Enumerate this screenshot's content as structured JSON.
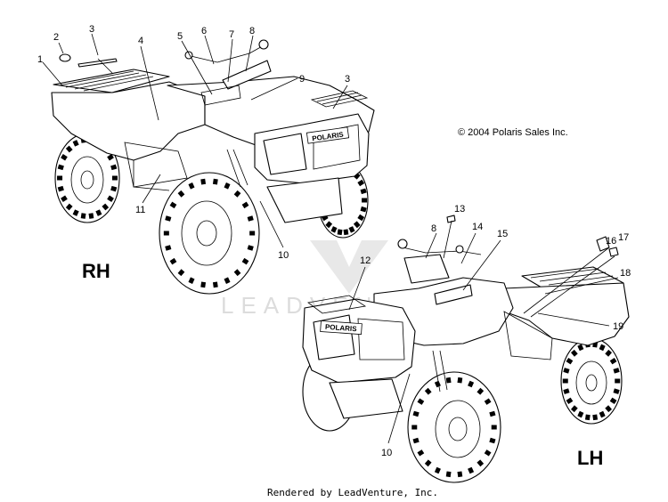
{
  "diagram": {
    "copyright": "© 2004 Polaris Sales Inc.",
    "footer": "Rendered by LeadVenture, Inc.",
    "watermark": "LEADVENTURE",
    "views": [
      {
        "label": "RH"
      },
      {
        "label": "LH"
      }
    ],
    "decal_logo": "POLARIS",
    "callouts_rh": [
      "1",
      "2",
      "3",
      "4",
      "5",
      "6",
      "7",
      "8",
      "9",
      "3",
      "11",
      "10"
    ],
    "callouts_lh": [
      "13",
      "8",
      "14",
      "15",
      "12",
      "16",
      "17",
      "18",
      "19",
      "10"
    ]
  }
}
